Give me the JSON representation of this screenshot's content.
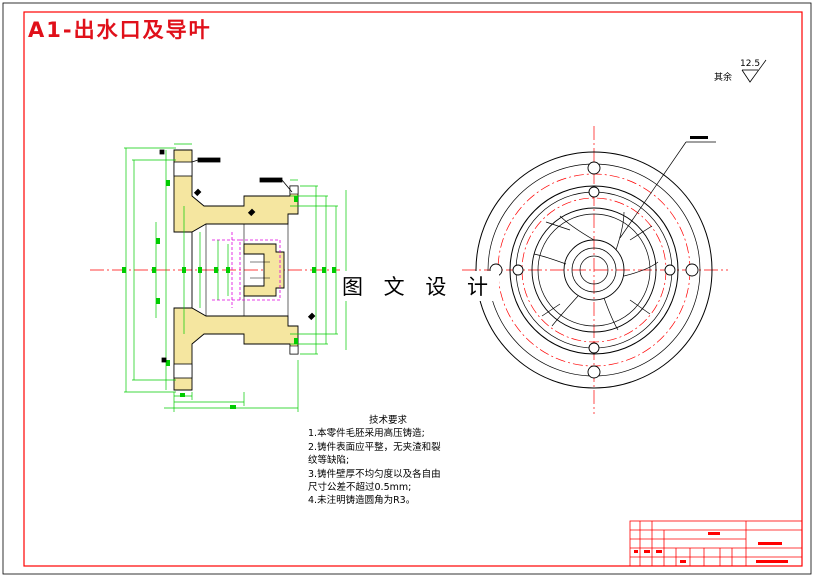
{
  "drawing": {
    "title": "A1-出水口及导叶",
    "watermark": "图 文 设 计",
    "roughness_label": "其余",
    "roughness_value": "12.5",
    "tech_requirements": {
      "heading": "技术要求",
      "items": [
        "1.本零件毛胚采用高压铸造;",
        "2.铸件表面应平整，无夹渣和裂",
        "纹等缺陷;",
        "3.铸件壁厚不均匀度以及各自由",
        "尺寸公差不超过0.5mm;",
        "4.未注明铸造圆角为R3。"
      ]
    }
  },
  "colors": {
    "frame": "#ff0000",
    "title": "#e0101a",
    "dimension": "#00cc00",
    "section_fill": "#f5e6a0",
    "center_line": "#ff0000",
    "hidden_line": "#e000e0",
    "outline": "#000000"
  }
}
